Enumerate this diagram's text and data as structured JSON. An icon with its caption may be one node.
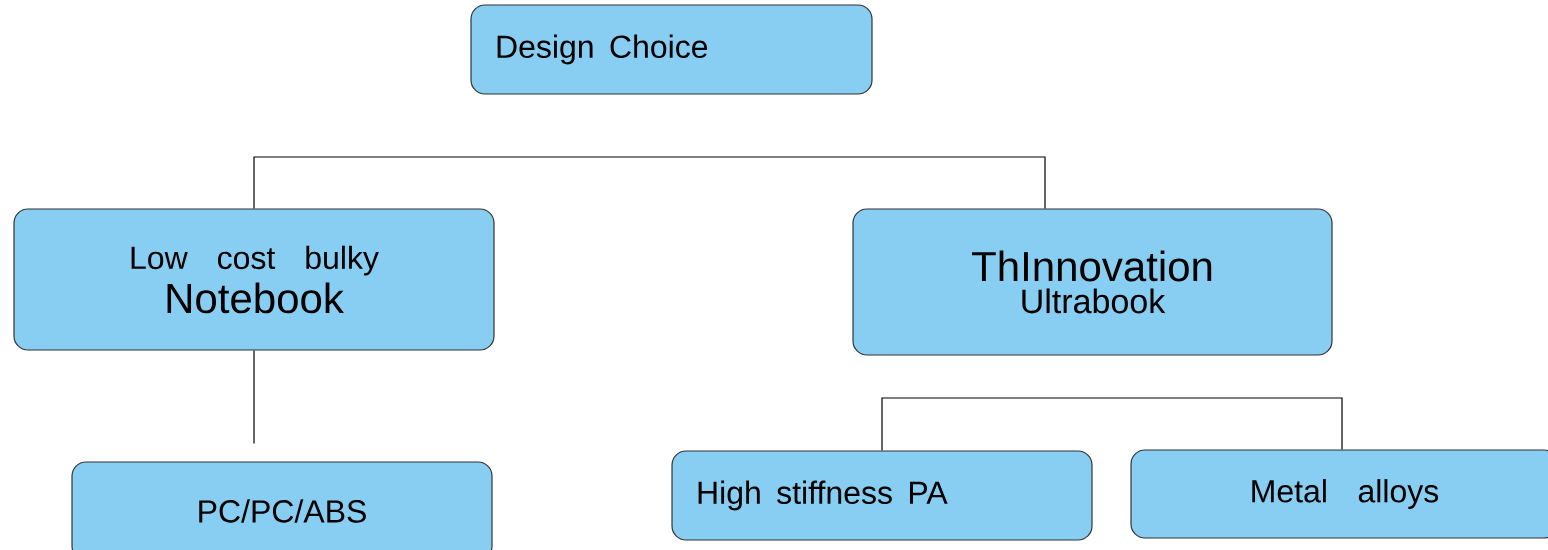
{
  "diagram": {
    "nodes": [
      {
        "text": [
          "Design Choice"
        ]
      },
      {
        "text": [
          "Low cost bulky",
          "Notebook"
        ]
      },
      {
        "text": [
          "ThInnovation",
          "Ultrabook"
        ]
      },
      {
        "text": [
          "PC/PC/ABS"
        ]
      },
      {
        "text": [
          "High stiffness PA"
        ]
      },
      {
        "text": [
          "Metal alloys"
        ]
      }
    ],
    "edges": [
      {
        "from": 1,
        "to": 2,
        "arrow": "none"
      },
      {
        "from": 1,
        "to": 3,
        "arrow": "none"
      },
      {
        "from": 4,
        "to": 5,
        "arrow": "none"
      }
    ]
  }
}
